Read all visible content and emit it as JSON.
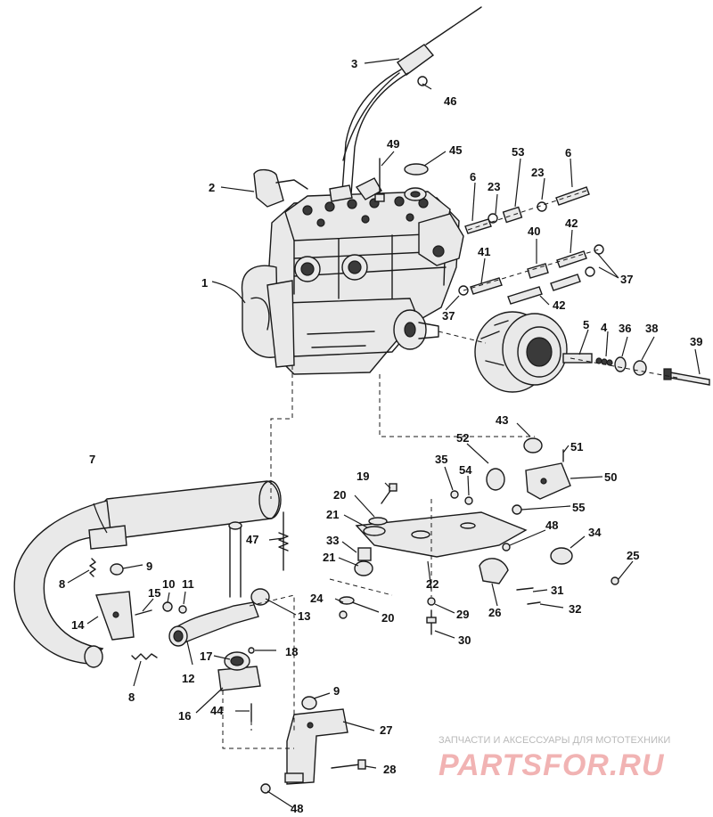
{
  "diagram": {
    "callouts": [
      "1",
      "2",
      "3",
      "4",
      "5",
      "6",
      "6",
      "7",
      "8",
      "8",
      "9",
      "9",
      "10",
      "11",
      "12",
      "13",
      "14",
      "15",
      "16",
      "17",
      "18",
      "19",
      "20",
      "20",
      "21",
      "21",
      "22",
      "23",
      "23",
      "24",
      "25",
      "26",
      "27",
      "28",
      "29",
      "30",
      "31",
      "32",
      "33",
      "34",
      "35",
      "36",
      "37",
      "37",
      "38",
      "39",
      "40",
      "41",
      "42",
      "42",
      "43",
      "44",
      "45",
      "46",
      "47",
      "48",
      "48",
      "49",
      "50",
      "51",
      "52",
      "53",
      "54",
      "55"
    ]
  },
  "watermark": {
    "caption": "ЗАПЧАСТИ И АКСЕССУАРЫ ДЛЯ МОТОТЕХНИКИ",
    "logo": "PARTSFOR.RU"
  },
  "colors": {
    "ink": "#1a1a1a",
    "watermark_logo": "#f1b3b3",
    "watermark_caption": "#b9b9b9"
  }
}
